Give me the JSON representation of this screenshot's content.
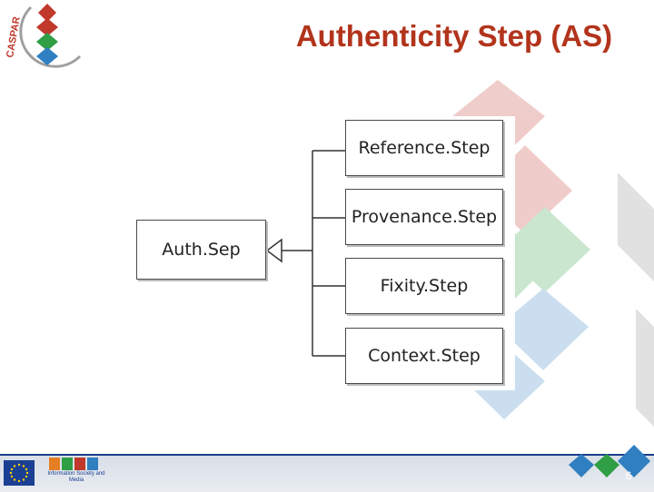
{
  "slide": {
    "title": "Authenticity Step (AS)",
    "page_number": "6"
  },
  "logo": {
    "wordmark": "CASPAR"
  },
  "diagram": {
    "parent": "Auth.Sep",
    "children": [
      "Reference.Step",
      "Provenance.Step",
      "Fixity.Step",
      "Context.Step"
    ]
  },
  "footer": {
    "ist_logo_text": "Information Society and Media"
  },
  "colors": {
    "title": "#b2341c",
    "footer_border": "#1c3f8c",
    "eu_blue": "#1b3f93",
    "eu_star": "#ffd200",
    "deco_red": "#c0392b",
    "deco_green": "#2f9e44",
    "deco_blue": "#2f7fc1"
  },
  "icons": [
    "caspar-logo",
    "eu-flag-icon",
    "information-society-logo",
    "footer-diamonds-decoration"
  ]
}
